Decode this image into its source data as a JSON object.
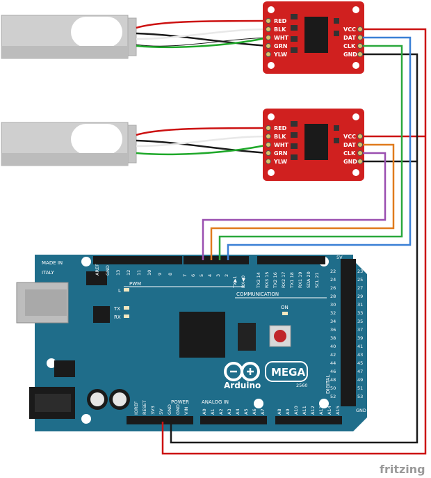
{
  "hx711_pins_left": [
    "RED",
    "BLK",
    "WHT",
    "GRN",
    "YLW"
  ],
  "hx711_pins_right": [
    "VCC",
    "DAT",
    "CLK",
    "GND"
  ],
  "board": {
    "made_in": "MADE IN",
    "italy": "ITALY",
    "pwm": "PWM",
    "l_label": "L",
    "tx": "TX",
    "rx": "RX",
    "on": "ON",
    "communication": "COMMUNICATION",
    "arduino": "Arduino",
    "mega": "MEGA",
    "model": "2560",
    "power": "POWER",
    "analog_in": "ANALOG IN",
    "digital": "DIGITAL",
    "top_header_left": [
      "AREF",
      "GND",
      "13",
      "12",
      "11",
      "10",
      "9",
      "8"
    ],
    "top_header_mid": [
      "7",
      "6",
      "5",
      "4",
      "3",
      "2",
      "TX▶1",
      "RX◀0"
    ],
    "top_header_comm": [
      "TX3 14",
      "RX3 15",
      "TX2 16",
      "RX2 17",
      "TX1 18",
      "RX1 19",
      "SDA 20",
      "SCL 21"
    ],
    "right_header_left": [
      "22",
      "24",
      "26",
      "28",
      "30",
      "32",
      "34",
      "36",
      "38",
      "40",
      "42",
      "44",
      "46",
      "48",
      "50",
      "52"
    ],
    "right_header_right": [
      "23",
      "25",
      "27",
      "29",
      "31",
      "33",
      "35",
      "37",
      "39",
      "41",
      "43",
      "45",
      "47",
      "49",
      "51",
      "53"
    ],
    "right_header_top": "5V",
    "right_header_bottom": "GND",
    "power_pins": [
      "IOREF",
      "RESET",
      "3V3",
      "5V",
      "GND",
      "GND",
      "VIN"
    ],
    "analog_pins_a": [
      "A0",
      "A1",
      "A2",
      "A3",
      "A4",
      "A5",
      "A6",
      "A7"
    ],
    "analog_pins_b": [
      "A8",
      "A9",
      "A10",
      "A11",
      "A12",
      "A13",
      "A14",
      "A15"
    ]
  },
  "watermark": "fritzing",
  "colors": {
    "board": "#1f6d8a",
    "hx711": "#d0201f",
    "wire_red": "#cc1111",
    "wire_black": "#1a1a1a",
    "wire_white": "#f4f4f4",
    "wire_green": "#1fa82a",
    "wire_blue": "#3a7fd5",
    "wire_orange": "#e07a1c",
    "wire_purple": "#9a4fb0",
    "wire_darkgreen": "#2aa83c"
  }
}
